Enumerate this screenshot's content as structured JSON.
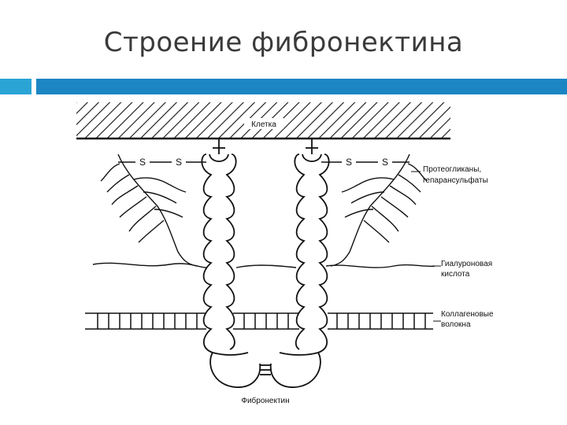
{
  "slide": {
    "title": "Строение фибронектина"
  },
  "theme": {
    "accent_light": "#2aa4d5",
    "accent_dark": "#1b86c3",
    "line_color": "#111111"
  },
  "diagram": {
    "cell_label": "Клетка",
    "disulfide_labels": [
      "S",
      "S",
      "S",
      "S"
    ],
    "proteoglycans_label": [
      "Протеогликаны,",
      "гепарансульфаты"
    ],
    "hyaluronic_label": [
      "Гиалуроновая",
      "кислота"
    ],
    "collagen_label": [
      "Коллагеновые",
      "волокна"
    ],
    "fibronectin_label": "Фибронектин"
  }
}
